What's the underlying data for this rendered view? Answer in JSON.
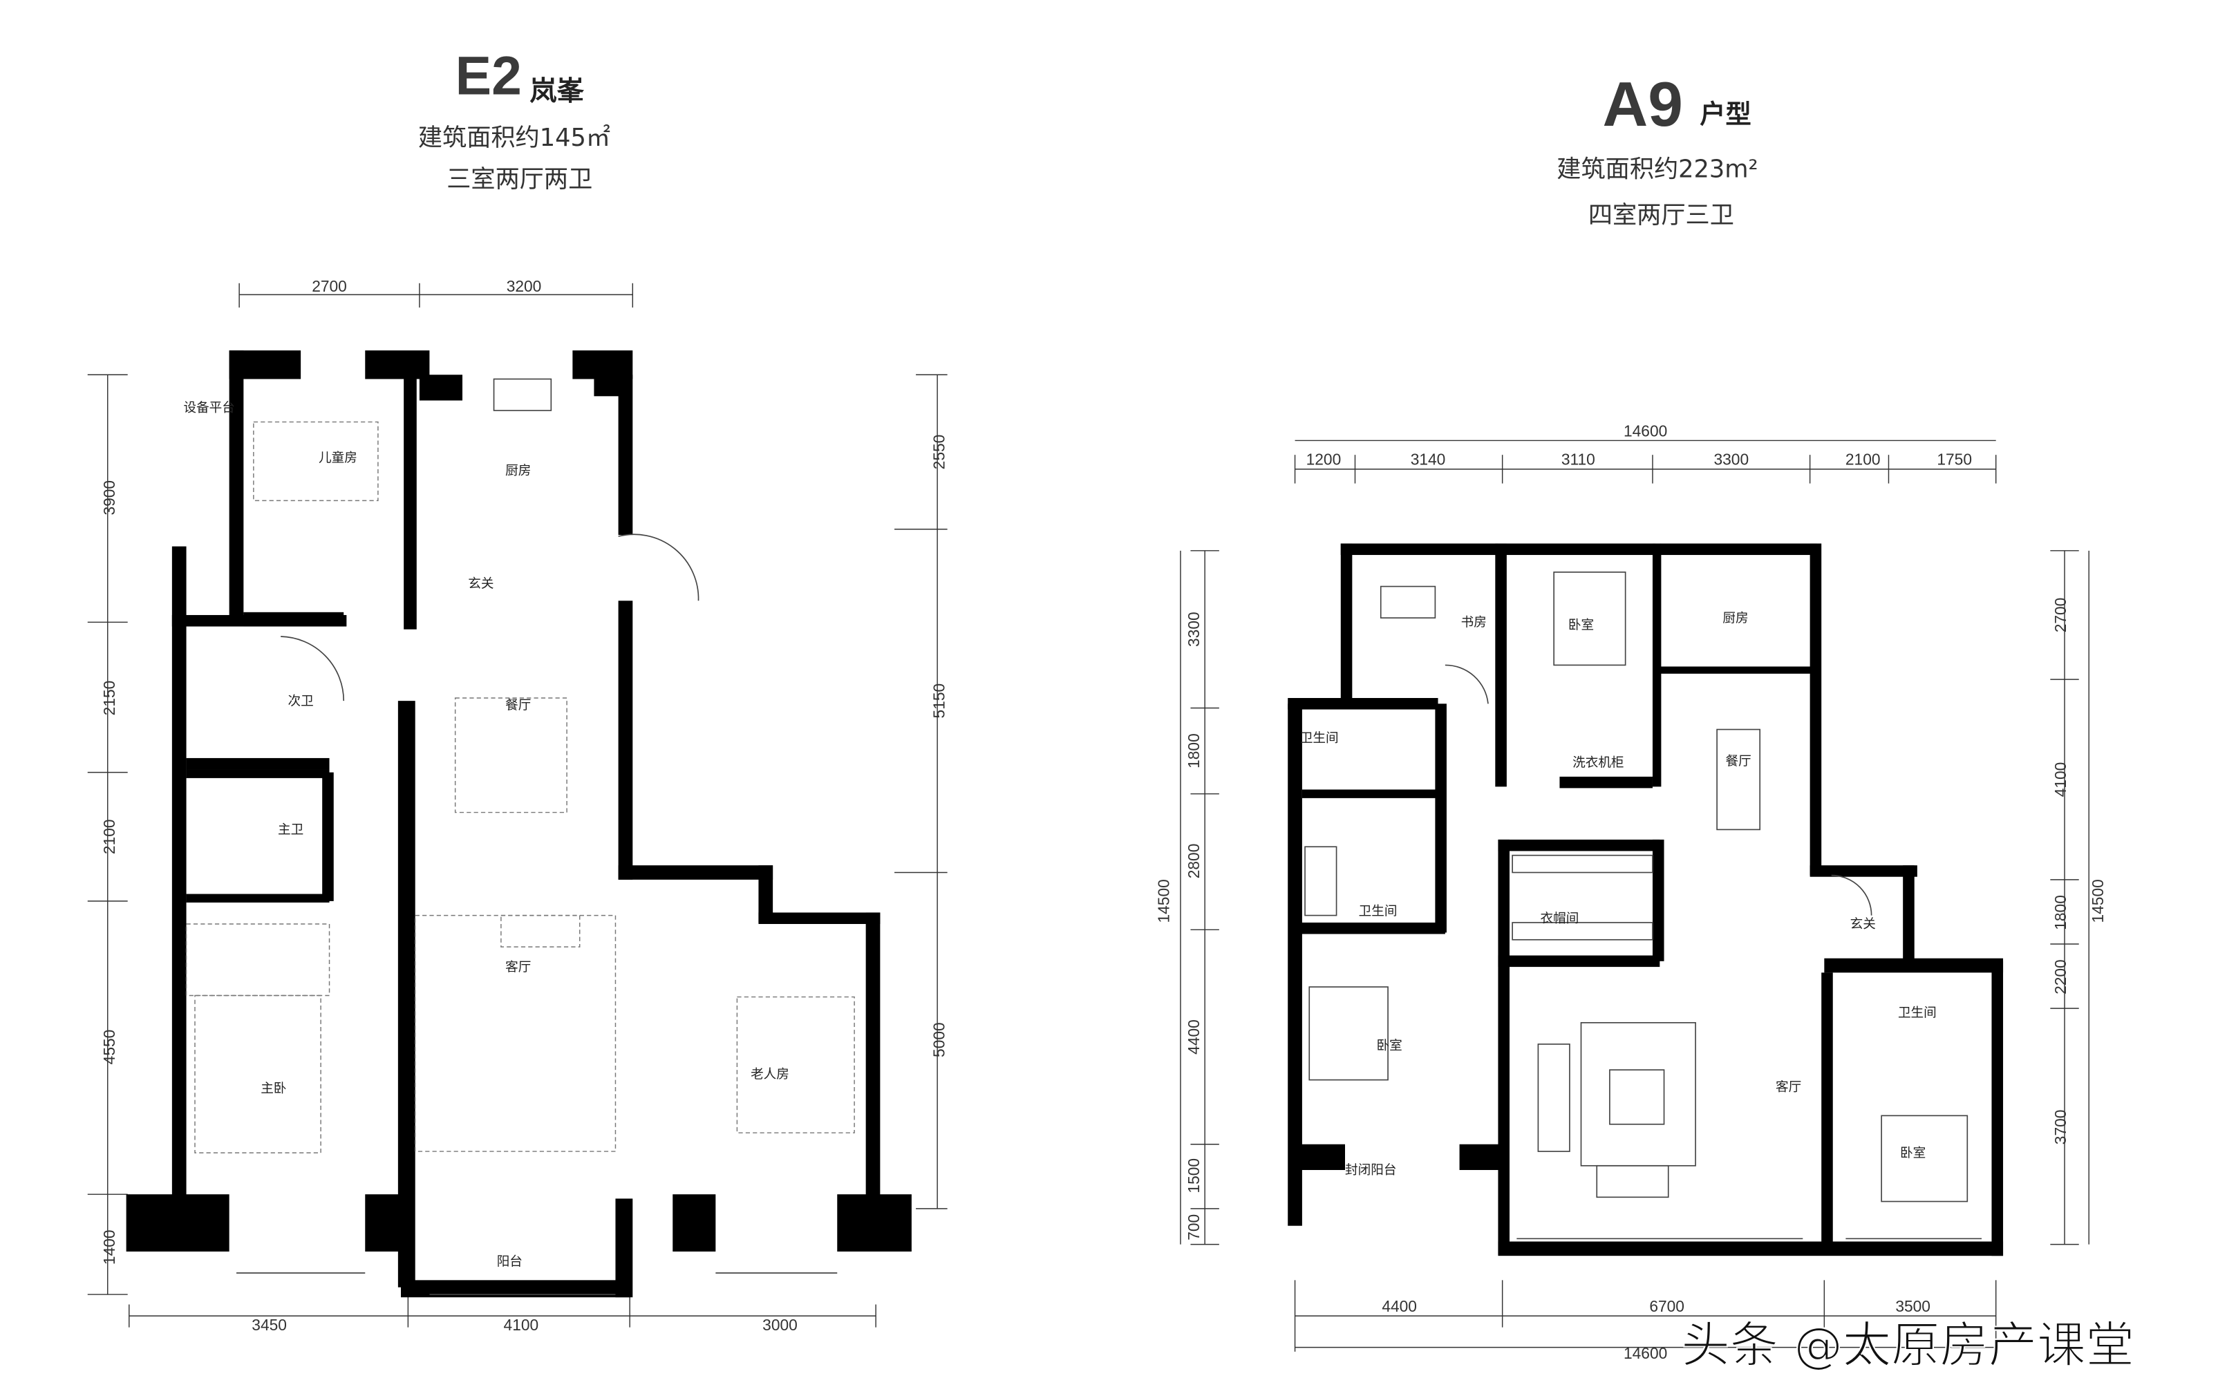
{
  "plan_e2": {
    "code": "E2",
    "name": "岚峯",
    "area": "建筑面积约145㎡",
    "layout": "三室两厅两卫",
    "dims_top": [
      "2700",
      "3200"
    ],
    "dims_left": [
      "3900",
      "2150",
      "2100",
      "4550",
      "1400"
    ],
    "dims_right": [
      "2550",
      "5150",
      "5000"
    ],
    "dims_bottom": [
      "3450",
      "4100",
      "3000"
    ],
    "rooms": {
      "equipment_platform": "设备平台",
      "kids_room": "儿童房",
      "kitchen": "厨房",
      "foyer": "玄关",
      "dining": "餐厅",
      "second_bath": "次卫",
      "master_bath": "主卫",
      "living": "客厅",
      "master_bedroom": "主卧",
      "elder_room": "老人房",
      "balcony": "阳台"
    }
  },
  "plan_a9": {
    "code": "A9",
    "name": "户型",
    "area": "建筑面积约223m²",
    "layout": "四室两厅三卫",
    "dims_top_total": "14600",
    "dims_top": [
      "1200",
      "3140",
      "3110",
      "3300",
      "2100",
      "1750"
    ],
    "dims_left_total": "14500",
    "dims_left": [
      "3300",
      "1800",
      "2800",
      "4400",
      "1500",
      "700"
    ],
    "dims_right": [
      "2700",
      "4100",
      "1800",
      "2200",
      "3700"
    ],
    "dims_right_total": "14500",
    "dims_bottom": [
      "4400",
      "6700",
      "3500"
    ],
    "dims_bottom_total": "14600",
    "rooms": {
      "study": "书房",
      "bedroom_north": "卧室",
      "kitchen": "厨房",
      "bath_1": "卫生间",
      "laundry": "洗衣机柜",
      "dining": "餐厅",
      "bath_2": "卫生间",
      "cloakroom": "衣帽间",
      "foyer": "玄关",
      "bath_3": "卫生间",
      "bedroom_west": "卧室",
      "living": "客厅",
      "bedroom_east": "卧室",
      "enclosed_balcony": "封闭阳台"
    }
  },
  "watermark": "头条 @太原房产课堂"
}
